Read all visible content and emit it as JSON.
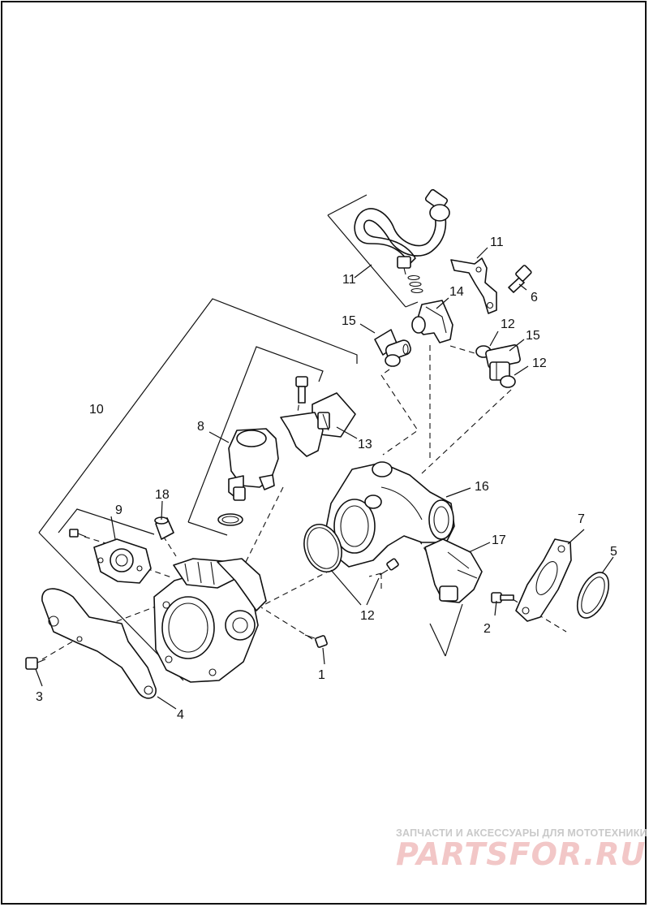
{
  "diagram": {
    "callouts": {
      "c1": "1",
      "c2": "2",
      "c3": "3",
      "c4": "4",
      "c5": "5",
      "c6": "6",
      "c7": "7",
      "c8": "8",
      "c9": "9",
      "c10": "10",
      "c11a": "11",
      "c11b": "11",
      "c12a": "12",
      "c12b": "12",
      "c12c": "12",
      "c13": "13",
      "c14": "14",
      "c15a": "15",
      "c15b": "15",
      "c16": "16",
      "c17": "17",
      "c18": "18"
    }
  },
  "watermark": {
    "tagline": "ЗАПЧАСТИ И АКСЕССУАРЫ ДЛЯ МОТОТЕХНИКИ",
    "logo": "PARTSFOR.RU"
  }
}
